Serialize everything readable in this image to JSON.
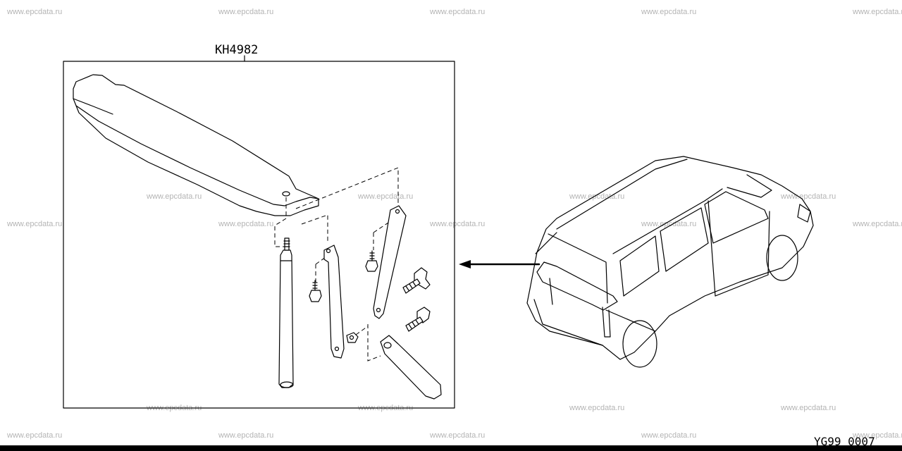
{
  "watermark": "www.epcdata.ru",
  "part_label": "KH4982",
  "diagram_code": "YG99 0007",
  "colors": {
    "line": "#000000",
    "background": "#ffffff",
    "watermark": "#b4b4b4"
  }
}
